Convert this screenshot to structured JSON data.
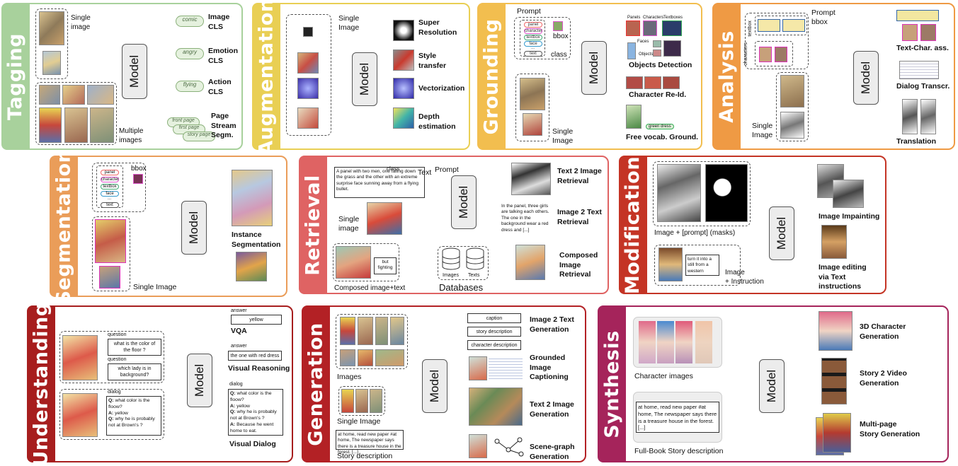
{
  "colors": {
    "tagging": "#a8d19c",
    "augmentation": "#e9cf54",
    "grounding": "#f2be4f",
    "analysis": "#ef9a44",
    "segmentation": "#ea9d59",
    "retrieval": "#df6363",
    "modification": "#c43425",
    "understanding": "#a71e1e",
    "generation": "#b32125",
    "synthesis": "#a5245b"
  },
  "common": {
    "model": "Model"
  },
  "tagging": {
    "title": "Tagging",
    "single_image": "Single\nimage",
    "multiple_images": "Multiple\nimages",
    "pill_comic": "comic",
    "pill_angry": "angry",
    "pill_flying": "flying",
    "pages": [
      "front page",
      "first page",
      "story page"
    ],
    "t1": "Image\nCLS",
    "t2": "Emotion\nCLS",
    "t3": "Action\nCLS",
    "t4": "Page\nStream\nSegm."
  },
  "augmentation": {
    "title": "Augmentation",
    "single_image": "Single\nImage",
    "t1": "Super\nResolution",
    "t2": "Style\ntransfer",
    "t3": "Vectorization",
    "t4": "Depth\nestimation"
  },
  "grounding": {
    "title": "Grounding",
    "prompt": "Prompt",
    "classes": [
      "panel",
      "character",
      "textbox",
      "face",
      "...",
      "text"
    ],
    "bbox": "bbox",
    "class": "class",
    "single_image": "Single\nImage",
    "mini_labels": [
      "Panels",
      "Characters",
      "Textboxes",
      "Faces",
      "Objects"
    ],
    "t1": "Objects Detection",
    "t2": "Character Re-Id.",
    "t3": "Free vocab. Ground.",
    "green_dress": "green dress"
  },
  "analysis": {
    "title": "Analysis",
    "prompt": "Prompt\nbbox",
    "textbox": "textbox",
    "characters": "characters",
    "single_image": "Single\nImage",
    "t1": "Text-Char. ass.",
    "t2": "Dialog Transcr.",
    "t3": "Translation"
  },
  "segmentation": {
    "title": "Segmentation",
    "bbox": "bbox",
    "classes": [
      "panel",
      "character",
      "textbox",
      "face",
      "...",
      "text"
    ],
    "single_image": "Single Image",
    "t1": "Instance\nSegmentation"
  },
  "retrieval": {
    "title": "Retrieval",
    "class": "class",
    "prompt": "Prompt",
    "text": "Text",
    "text_desc": "A panel with two men, one falling down the grass and the other with an extreme surprise face sunning away from a flying bullet.",
    "single_image": "Single\nimage",
    "composed": "Composed image+text",
    "but_fighting": "but\nfighting",
    "images": "Images",
    "texts": "Texts",
    "databases": "Databases",
    "answer_text": "In the panel, three girls are talking each others. The one in the background wear a red dress and [...]",
    "t1": "Text 2 Image\nRetrieval",
    "t2": "Image 2 Text\nRetrieval",
    "t3": "Composed\nImage\nRetrieval"
  },
  "modification": {
    "title": "Modification",
    "input1": "Image + [prompt] (masks)",
    "turn_into": "turn it into a still from a western",
    "input2": "Image\n+ Instruction",
    "t1": "Image Impainting",
    "t2": "Image editing\nvia Text\ninstructions"
  },
  "understanding": {
    "title": "Understanding",
    "question": "question",
    "q1": "what is the color of the floor ?",
    "q2": "which lady is in background?",
    "dialog": "dialog",
    "dialog_lines": [
      [
        "Q:",
        "what color is the floow?"
      ],
      [
        "A:",
        "yellow"
      ],
      [
        "Q:",
        "why he is probably not at Brown's ?"
      ]
    ],
    "answer": "answer",
    "a1": "yellow",
    "a2": "the one with red dress",
    "dialog_out": [
      [
        "Q:",
        "what color is the floow?"
      ],
      [
        "A:",
        "yellow"
      ],
      [
        "Q:",
        "why he is probably not at Brown's ?"
      ],
      [
        "A:",
        "Because he went home to eat."
      ]
    ],
    "t1": "VQA",
    "t2": "Visual Reasoning",
    "t3": "Visual  Dialog"
  },
  "generation": {
    "title": "Generation",
    "images": "Images",
    "single_image": "Single Image",
    "story_text": "at home, read new paper #at home, The newspaper says there is a treasure house in the forest. [...]",
    "story_description": "Story description",
    "caption": "caption",
    "story_desc_box": "story description",
    "character_desc": "character description",
    "t1": "Image 2 Text\nGeneration",
    "t2": "Grounded\nImage\nCaptioning",
    "t3": "Text 2 Image\nGeneration",
    "t4": "Scene-graph\nGeneration"
  },
  "synthesis": {
    "title": "Synthesis",
    "char_images": "Character images",
    "story_text": "at home, read new paper #at home, The newspaper says there is a treasure house in the forest.[...]",
    "full_book": "Full-Book Story description",
    "t1": "3D Character\nGeneration",
    "t2": "Story 2 Video\nGeneration",
    "t3": "Multi-page\nStory Generation"
  }
}
